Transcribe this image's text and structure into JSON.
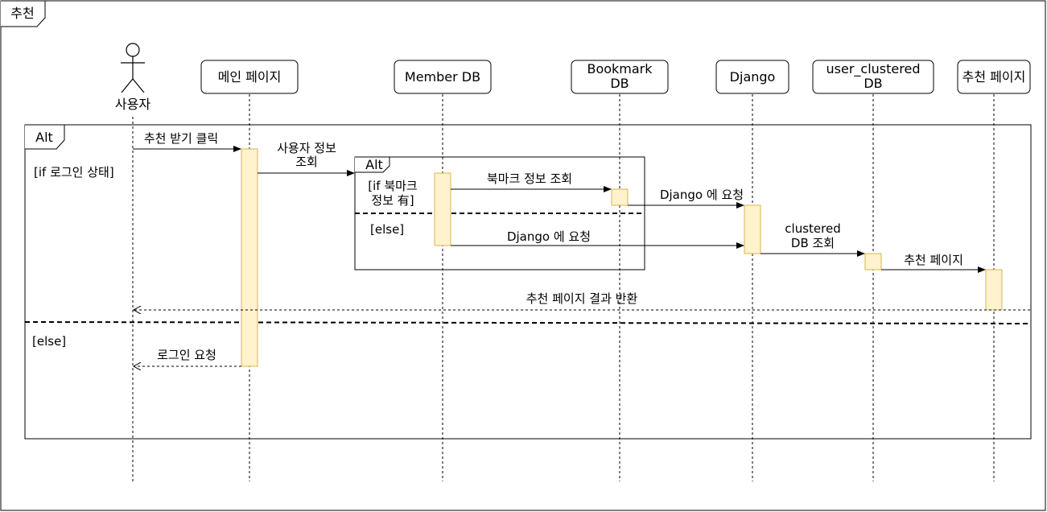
{
  "frame": {
    "title": "추천"
  },
  "participants": {
    "user": "사용자",
    "main_page": "메인 페이지",
    "member_db": "Member DB",
    "bookmark_db": [
      "Bookmark",
      "DB"
    ],
    "django": "Django",
    "user_clustered_db": [
      "user_clustered",
      "DB"
    ],
    "recommend_page": "추천 페이지"
  },
  "outer_alt": {
    "tag": "Alt",
    "guard_login": "[if 로그인 상태]",
    "guard_else": "[else]"
  },
  "inner_alt": {
    "tag": "Alt",
    "guard_bookmark": [
      "[if 북마크",
      "정보 有]"
    ],
    "guard_else": "[else]"
  },
  "messages": {
    "click_recommend": "추천 받기 클릭",
    "query_user_info": [
      "사용자 정보",
      "조회"
    ],
    "query_bookmark": "북마크 정보 조회",
    "request_django_1": "Django 에 요청",
    "request_django_2": "Django 에 요청",
    "query_clustered": [
      "clustered",
      "DB 조회"
    ],
    "recommend_page": "추천 페이지",
    "return_result": "추천 페이지 결과 반환",
    "login_request": "로그인 요청"
  },
  "colors": {
    "activation_fill": "#fff2cc",
    "activation_stroke": "#d6b656",
    "line": "#000000"
  }
}
